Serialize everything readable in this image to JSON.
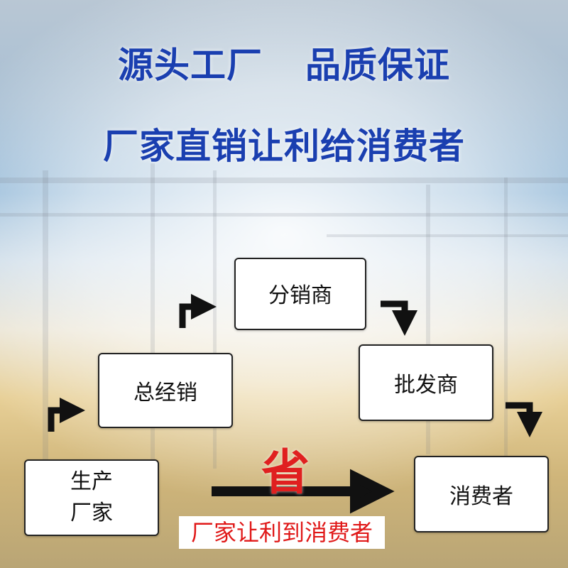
{
  "headline": {
    "line1_left": "源头工厂",
    "line1_right": "品质保证",
    "line2": "厂家直销让利给消费者"
  },
  "flow": {
    "factory_line1": "生产",
    "factory_line2": "厂家",
    "general_distributor": "总经销",
    "distributor": "分销商",
    "wholesaler": "批发商",
    "consumer": "消费者"
  },
  "shortcut": {
    "save_mark": "省",
    "caption": "厂家让利到消费者"
  },
  "colors": {
    "headline": "#1a3fb0",
    "save_mark": "#e02020",
    "caption": "#e01818"
  }
}
